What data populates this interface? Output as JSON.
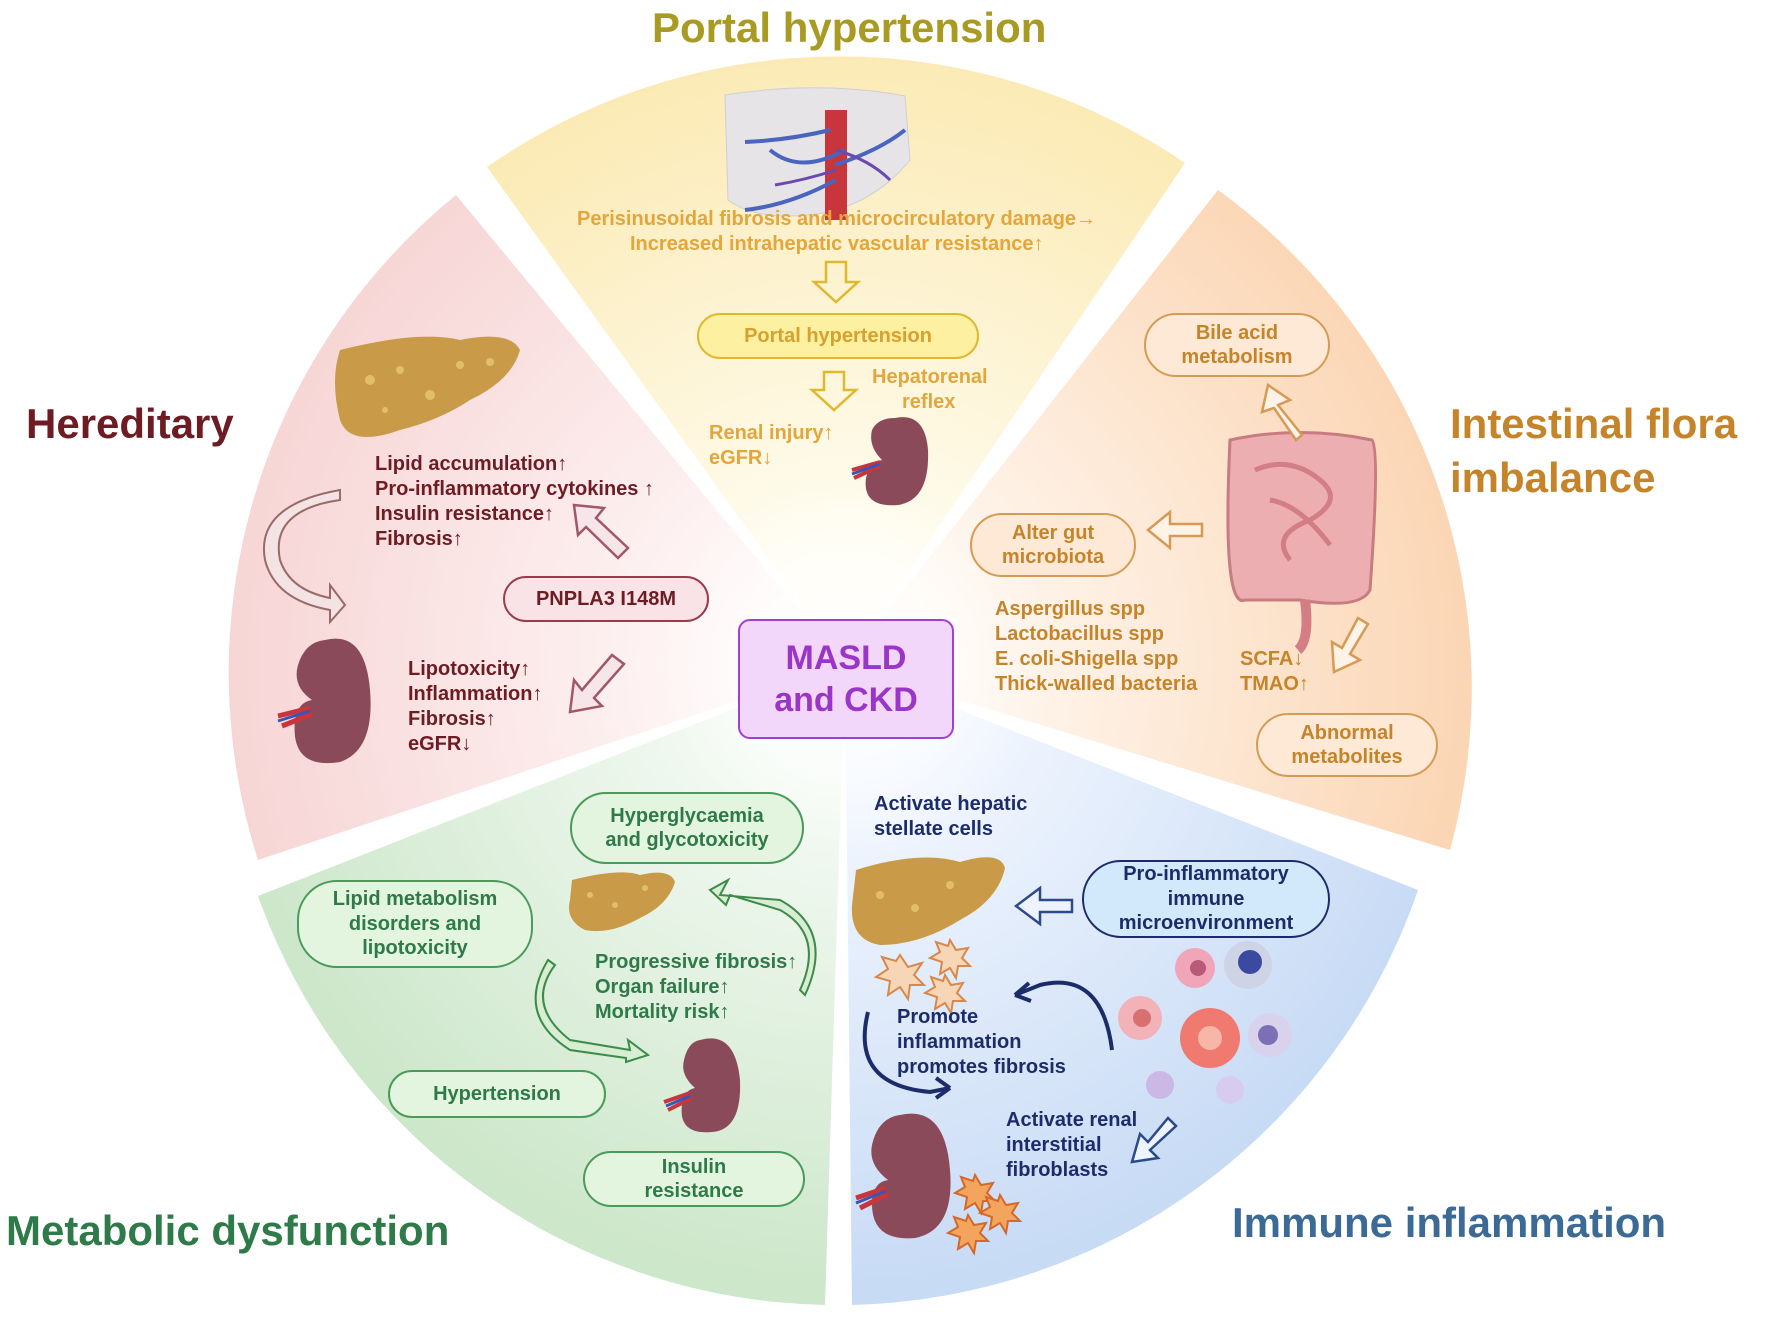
{
  "center": {
    "line1": "MASLD",
    "line2": "and CKD"
  },
  "colors": {
    "portal": "#a89a22",
    "hereditary": "#6e1c24",
    "intestinal": "#c6842a",
    "metabolic": "#2e7a48",
    "immune": "#3c6a96",
    "center": "#9a35c8"
  },
  "portal": {
    "title": "Portal hypertension",
    "cause_line1": "Perisinusoidal fibrosis and microcirculatory damage→",
    "cause_line2": "Increased intrahepatic vascular resistance↑",
    "box": "Portal hypertension",
    "reflex_line1": "Hepatorenal",
    "reflex_line2": "reflex",
    "renal_line1": "Renal injury↑",
    "renal_line2": "eGFR↓"
  },
  "hereditary": {
    "title": "Hereditary",
    "liver_effects": [
      "Lipid accumulation↑",
      "Pro-inflammatory cytokines ↑",
      "Insulin resistance↑",
      "Fibrosis↑"
    ],
    "gene": "PNPLA3 I148M",
    "kidney_effects": [
      "Lipotoxicity↑",
      "Inflammation↑",
      "Fibrosis↑",
      "eGFR↓"
    ]
  },
  "intestinal": {
    "title_line1": "Intestinal flora",
    "title_line2": "imbalance",
    "bile_line1": "Bile acid",
    "bile_line2": "metabolism",
    "gut_line1": "Alter gut",
    "gut_line2": "microbiota",
    "species": [
      "Aspergillus spp",
      "Lactobacillus spp",
      "E. coli-Shigella spp",
      "Thick-walled bacteria"
    ],
    "scfa": "SCFA↓",
    "tmao": "TMAO↑",
    "abnormal_line1": "Abnormal",
    "abnormal_line2": "metabolites"
  },
  "metabolic": {
    "title": "Metabolic dysfunction",
    "hyper_line1": "Hyperglycaemia",
    "hyper_line2": "and glycotoxicity",
    "lipid_line1": "Lipid metabolism",
    "lipid_line2": "disorders and",
    "lipid_line3": "lipotoxicity",
    "outcomes": [
      "Progressive fibrosis↑",
      "Organ failure↑",
      "Mortality risk↑"
    ],
    "hypertension": "Hypertension",
    "insulin_line1": "Insulin",
    "insulin_line2": "resistance"
  },
  "immune": {
    "title": "Immune inflammation",
    "stellate_line1": "Activate hepatic",
    "stellate_line2": "stellate cells",
    "env_line1": "Pro-inflammatory",
    "env_line2": "immune",
    "env_line3": "microenvironment",
    "promote_line1": "Promote",
    "promote_line2": "inflammation",
    "promote_line3": "promotes fibrosis",
    "renal_line1": "Activate renal",
    "renal_line2": "interstitial",
    "renal_line3": "fibroblasts"
  }
}
